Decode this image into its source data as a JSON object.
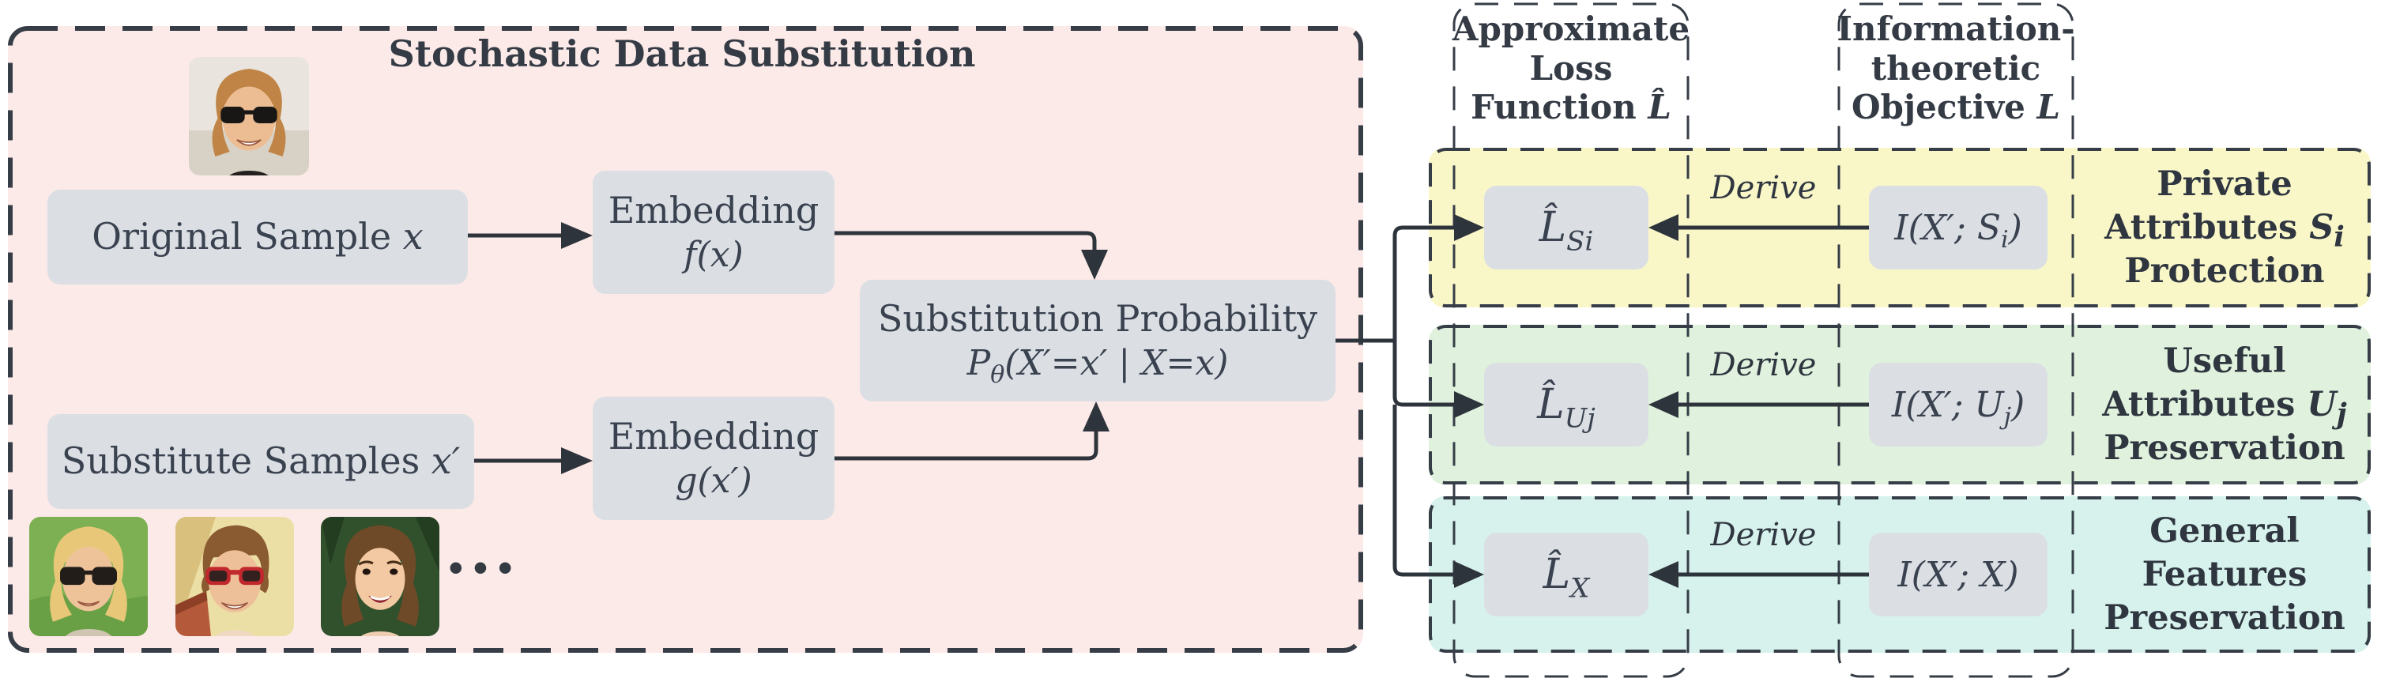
{
  "figure": {
    "type": "flow-diagram",
    "title": "Stochastic Data Substitution"
  },
  "pipeline": {
    "original_sample": {
      "text": "Original Sample ",
      "var": "x"
    },
    "embedding_f": {
      "line1": "Embedding",
      "formula": "f(x)"
    },
    "substitute_samples": {
      "text": "Substitute Samples ",
      "var": "x′"
    },
    "embedding_g": {
      "line1": "Embedding",
      "formula": "g(x′)"
    },
    "substitution_probability": {
      "line1": "Substitution Probability",
      "p": "P",
      "theta": "θ",
      "formula_rest": "(X′=x′ | X=x)"
    },
    "more_samples_ellipsis": "..."
  },
  "images": {
    "original": "woman-black-sunglasses-photo",
    "substitutes": [
      "blonde-woman-sunglasses-photo",
      "man-red-sunglasses-photo",
      "smiling-woman-photo"
    ]
  },
  "columns": {
    "approx_loss": {
      "line1": "Approximate",
      "line2": "Loss",
      "line3_pre": "Function ",
      "symbol": "L̂"
    },
    "info_objective": {
      "line1": "Information-",
      "line2": "theoretic",
      "line3_pre": "Objective ",
      "symbol": "L"
    }
  },
  "rows": [
    {
      "color": "#f9f7c8",
      "loss": {
        "base": "L̂",
        "sub": "Si"
      },
      "derive": "Derive",
      "objective": {
        "pre": "I(X′; S",
        "sub": "i",
        "post": ")"
      },
      "label": {
        "line1": "Private",
        "line2_pre": "Attributes ",
        "line2_var": "S",
        "line2_sub": "i",
        "line3": "Protection"
      }
    },
    {
      "color": "#e0f2dd",
      "loss": {
        "base": "L̂",
        "sub": "Uj"
      },
      "derive": "Derive",
      "objective": {
        "pre": "I(X′; U",
        "sub": "j",
        "post": ")"
      },
      "label": {
        "line1": "Useful",
        "line2_pre": "Attributes ",
        "line2_var": "U",
        "line2_sub": "j",
        "line3": "Preservation"
      }
    },
    {
      "color": "#d7f2ec",
      "loss": {
        "base": "L̂",
        "sub": "X"
      },
      "derive": "Derive",
      "objective": {
        "pre": "I(X′; X)",
        "sub": "",
        "post": ""
      },
      "label": {
        "line1": "General",
        "line2_pre": "Features",
        "line2_var": "",
        "line2_sub": "",
        "line3": "Preservation"
      }
    }
  ],
  "colors": {
    "panel_pink": "#fceae8",
    "node_gray": "#dbdfe4",
    "stroke_dark": "#363d47",
    "text_dark": "#3a4250",
    "row_yellow": "#f9f7c8",
    "row_green": "#e0f2dd",
    "row_cyan": "#d7f2ec"
  }
}
